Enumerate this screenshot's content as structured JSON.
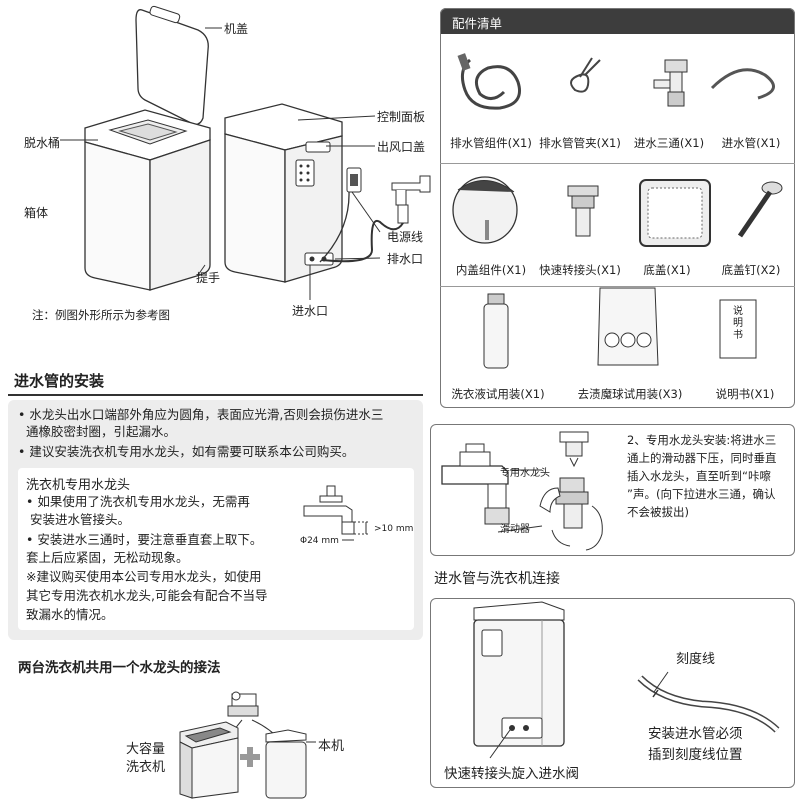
{
  "machine": {
    "labels": {
      "lid": "机盖",
      "spin_tub": "脱水桶",
      "cabinet": "箱体",
      "handle": "提手",
      "control_panel": "控制面板",
      "vent_cover": "出风口盖",
      "power_cord": "电源线",
      "drain_outlet": "排水口",
      "water_inlet": "进水口"
    },
    "note": "注：例图外形所示为参考图"
  },
  "accessories": {
    "title": "配件清单",
    "items": [
      {
        "label": "排水管组件(X1)"
      },
      {
        "label": "排水管管夹(X1)"
      },
      {
        "label": "进水三通(X1)"
      },
      {
        "label": "进水管(X1)"
      },
      {
        "label": "内盖组件(X1)"
      },
      {
        "label": "快速转接头(X1)"
      },
      {
        "label": "底盖(X1)"
      },
      {
        "label": "底盖钉(X2)"
      },
      {
        "label": "洗衣液试用装(X1)"
      },
      {
        "label": "去渍魔球试用装(X3)"
      },
      {
        "label": "说明书(X1)"
      }
    ],
    "manual_text": "说明书"
  },
  "inlet_install": {
    "heading": "进水管的安装",
    "bullet1_line1": "水龙头出水口端部外角应为圆角，表面应光滑,否则会损伤进水三",
    "bullet1_line2": "通橡胶密封圈，引起漏水。",
    "bullet2": "建议安装洗衣机专用水龙头，如有需要可联系本公司购买。",
    "box_title": "洗衣机专用水龙头",
    "box_lines": [
      "• 如果使用了洗衣机专用水龙头，无需再",
      "安装进水管接头。",
      "• 安装进水三通时，要注意垂直套上取下。",
      "套上后应紧固，无松动现象。",
      "※建议购买使用本公司专用水龙头，如使用",
      "其它专用洗衣机水龙头,可能会有配合不当导",
      "致漏水的情况。"
    ],
    "dim_diameter": "Φ24 mm",
    "dim_length": ">10 mm"
  },
  "faucet_install": {
    "faucet_label": "专用水龙头",
    "slider_label": "滑动器",
    "text_lines": [
      "2、专用水龙头安装:将进水三",
      "通上的滑动器下压，同时垂直",
      "插入水龙头，直至听到“咔嚓",
      "”声。(向下拉进水三通，确认",
      "不会被拔出)"
    ]
  },
  "connect": {
    "heading": "进水管与洗衣机连接",
    "scale_label": "刻度线",
    "instr_line1": "安装进水管必须",
    "instr_line2": "插到刻度线位置",
    "adapter_caption": "快速转接头旋入进水阀"
  },
  "shared_faucet": {
    "heading": "两台洗衣机共用一个水龙头的接法",
    "big_machine_line1": "大容量",
    "big_machine_line2": "洗衣机",
    "this_machine": "本机"
  }
}
